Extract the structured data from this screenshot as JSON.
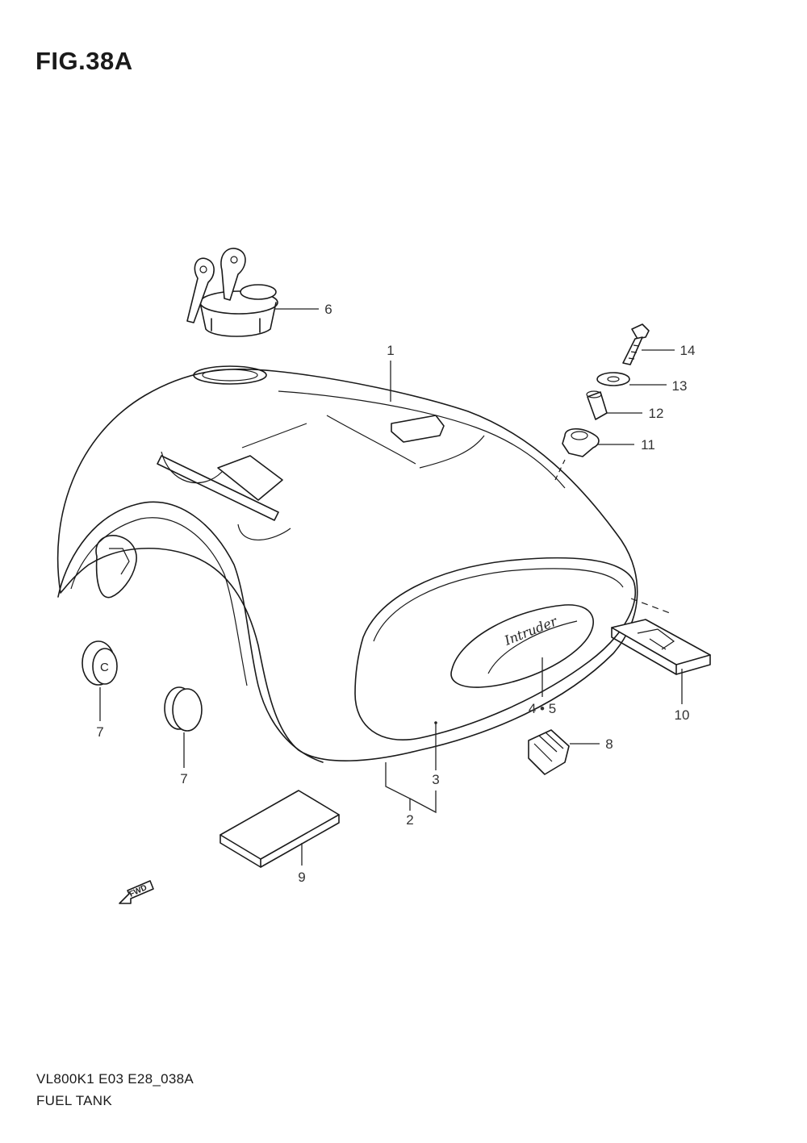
{
  "figure": {
    "title": "FIG.38A",
    "code": "VL800K1 E03 E28_038A",
    "name": "FUEL TANK"
  },
  "callouts": [
    {
      "id": "1",
      "label": "1"
    },
    {
      "id": "2",
      "label": "2"
    },
    {
      "id": "3",
      "label": "3"
    },
    {
      "id": "4-5",
      "label": "4 • 5"
    },
    {
      "id": "6",
      "label": "6"
    },
    {
      "id": "7a",
      "label": "7"
    },
    {
      "id": "7b",
      "label": "7"
    },
    {
      "id": "8",
      "label": "8"
    },
    {
      "id": "9",
      "label": "9"
    },
    {
      "id": "10",
      "label": "10"
    },
    {
      "id": "11",
      "label": "11"
    },
    {
      "id": "12",
      "label": "12"
    },
    {
      "id": "13",
      "label": "13"
    },
    {
      "id": "14",
      "label": "14"
    }
  ],
  "emblem_text": "Intruder",
  "fwd_marker": "FWD",
  "cap_marker": "C"
}
